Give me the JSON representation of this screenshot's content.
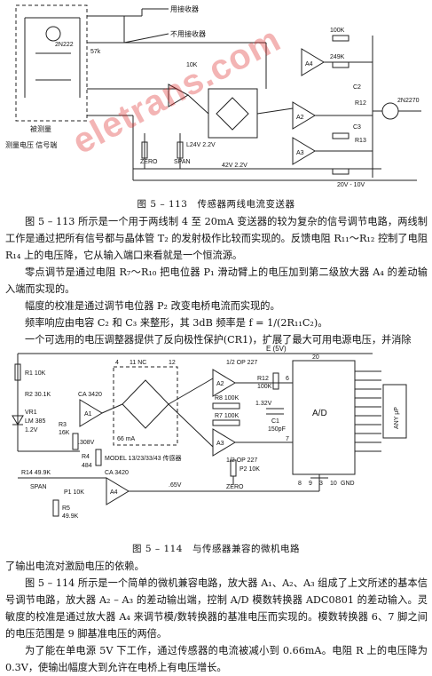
{
  "figure1": {
    "caption": "图 5 – 113　传感器两线电流变送器",
    "labels": {
      "to_receiver": "用接收器",
      "no_receiver": "不用接收器",
      "zener": "2N222",
      "sensor": "被测量",
      "signal": "测量电压\n信号端",
      "r_57k": "57k",
      "res_10k": "10K",
      "zero": "ZERO",
      "span": "SPAN",
      "vol_1": "L24V 2.2V",
      "vol_2": "42V 2.2V",
      "vol_3": "20V - 10V",
      "a4": "A4",
      "a2": "A2",
      "a3": "A3",
      "r_100k": "100K",
      "r_249k": "249K",
      "c2": "C2",
      "c3": "C3",
      "r12": "R12",
      "r13": "R13",
      "q2": "2N2270"
    }
  },
  "para1": [
    "图 5 – 113 所示是一个用于两线制 4 至 20mA 变送器的较为复杂的信号调节电路，两线制工作是通过把所有信号都与晶体管 T₂ 的发射极作比较而实现的。反馈电阻 R₁₁～R₁₂ 控制了电阻 R₁₄ 上的电压降，它从输入端口来看就是一个恒流源。",
    "零点调节是通过电阻 R₇～R₁₀ 把电位器 P₁ 滑动臂上的电压加到第二级放大器 A₄ 的差动输入端而实现的。",
    "幅度的校准是通过调节电位器 P₂ 改变电桥电流而实现的。",
    "频率响应由电容 C₂ 和 C₃ 来整形，其 3dB 频率是 f = 1/(2R₁₁C₂)。",
    "一个可选用的电压调整器提供了反向极性保护(CR1)，扩展了最大可用电源电压，并消除"
  ],
  "figure2": {
    "caption": "图 5 – 114　与传感器兼容的微机电路",
    "labels": {
      "e5v": "E (5V)",
      "r1": "R1 10K",
      "r2": "R2 30.1K",
      "vr1": "VR1",
      "lm385": "LM 385",
      "v12": "1.2V",
      "r3": "R3",
      "r3v": "16K",
      "ca3420_1": "CA 3420",
      "a1": "A1",
      "v308": ".308V",
      "r4": "R4",
      "r4v": "484",
      "nc4": "4",
      "nc_label": "11 NC",
      "nc12": "12",
      "ma66": "66 mA",
      "model": "MODEL 13/23/33/43 传感器",
      "op227_1": "1/2 OP 227",
      "a2": "A2",
      "r12": "R12",
      "r12v": "100K",
      "r8": "R8 100K",
      "v132": "1.32V",
      "c1": "C1",
      "c1v": "150pF",
      "r7": "R7 100K",
      "a3": "A3",
      "op227_2": "1/2 OP 227",
      "p2": "P2 10K",
      "zero": "ZERO",
      "ad": "A/D",
      "pin20": "20",
      "pin6": "6",
      "pin7": "7",
      "pin8": "8",
      "pin9": "9",
      "pin3": "3",
      "pin10": "10",
      "gnd": "GND",
      "any_up": "ANY μP",
      "r14": "R14 49.9K",
      "span": "SPAN",
      "p1": "P1 10K",
      "ca3420_2": "CA 3420",
      "a4": "A4",
      "v065": ".65V",
      "r5": "R5",
      "r5v": "49.9K"
    }
  },
  "para2": [
    "了输出电流对激励电压的依赖。",
    "图 5 – 114 所示是一个简单的微机兼容电路，放大器 A₁、A₂、A₃ 组成了上文所述的基本信号调节电路，放大器 A₂ – A₃ 的差动输出端，控制 A/D 模数转换器 ADC0801 的差动输入。灵敏度的校准是通过放大器 A₄ 来调节模/数转换器的基准电压而实现的。模数转换器 6、7 脚之间的电压范围是 9 脚基准电压的两倍。",
    "为了能在单电源 5V 下工作，通过传感器的电流被减小到 0.66mA。电阻 R 上的电压降为 0.3V，使输出幅度大到允许在电桥上有电压增长。"
  ],
  "watermark": "eletrans.com"
}
